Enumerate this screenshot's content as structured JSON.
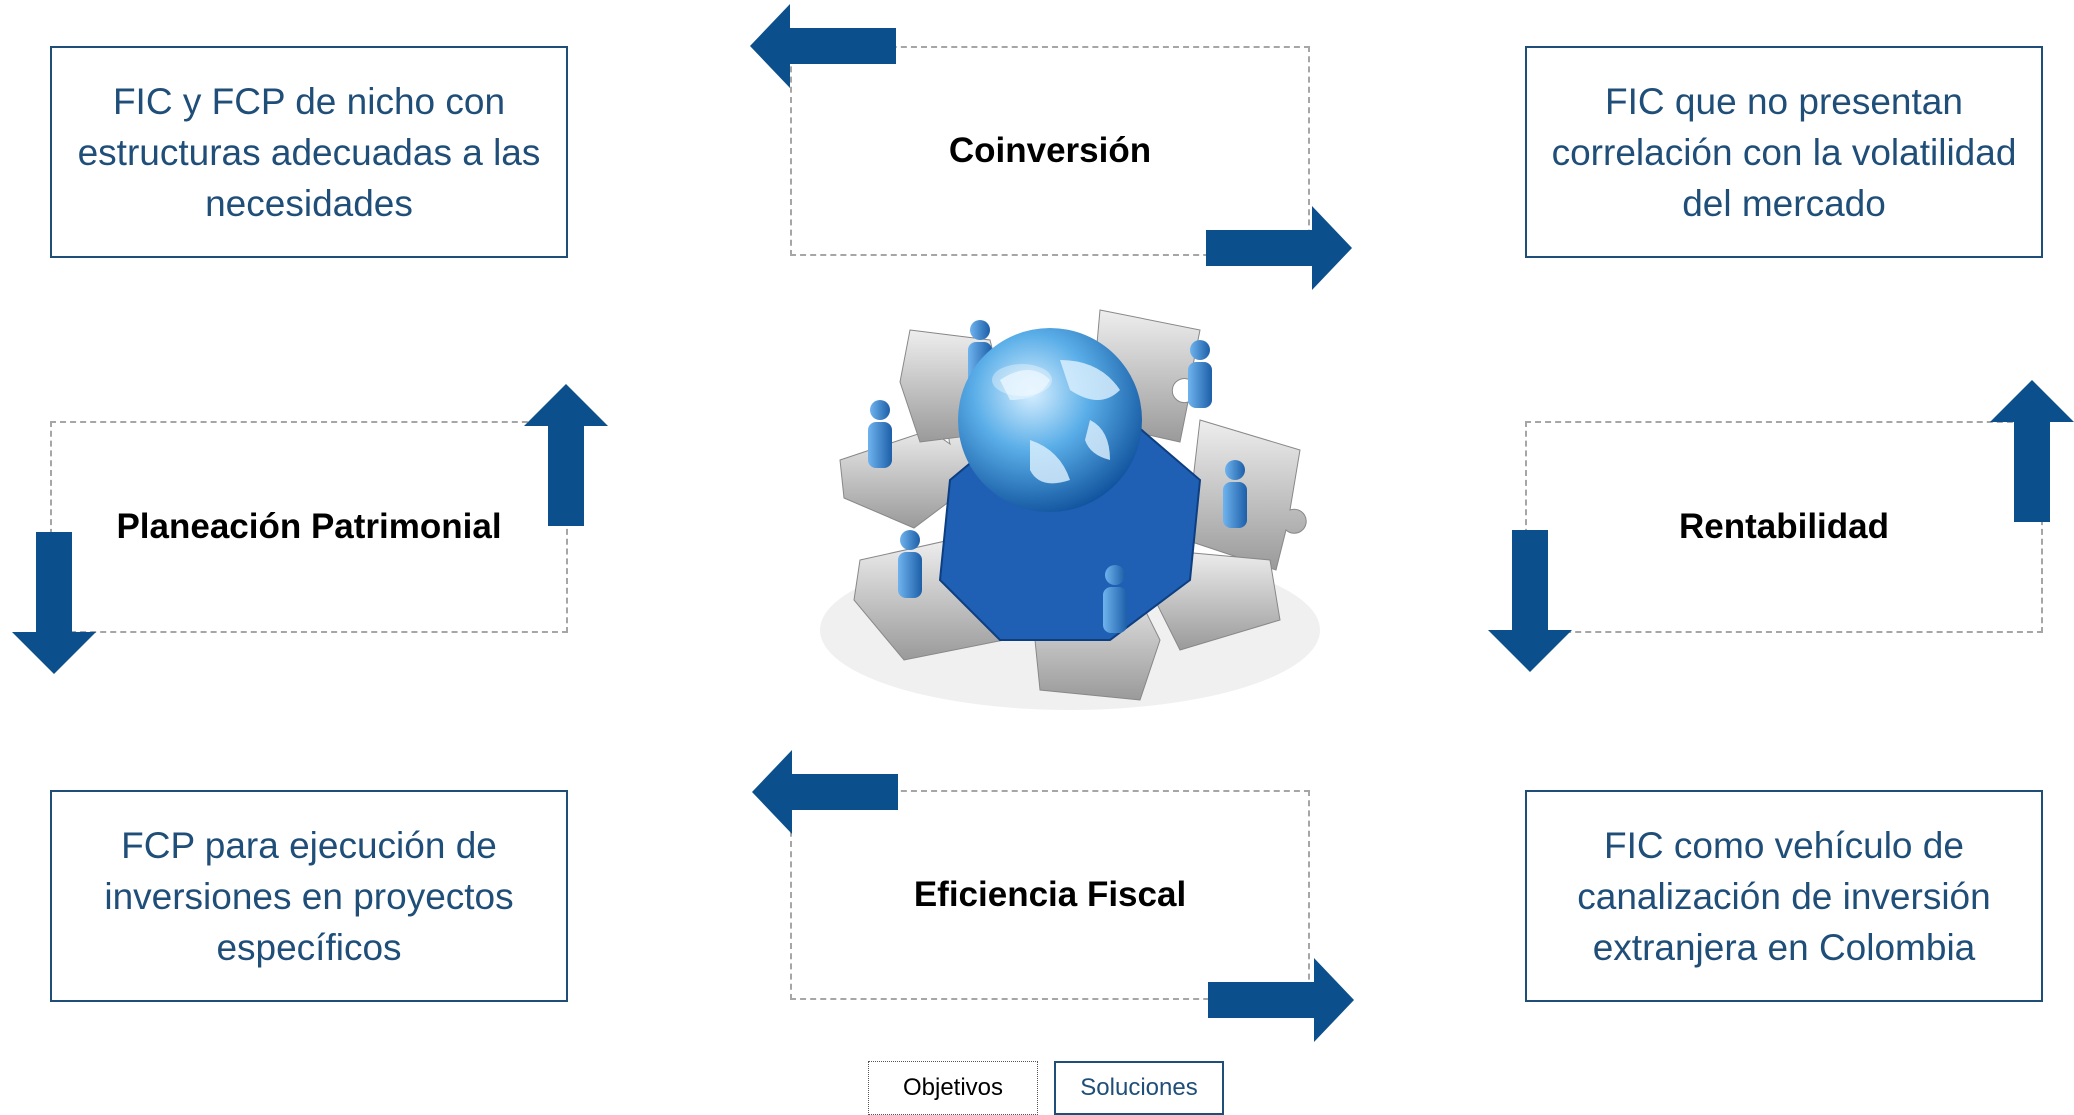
{
  "objectives": {
    "coinversion": "Coinversión",
    "planeacion": "Planeación Patrimonial",
    "rentabilidad": "Rentabilidad",
    "eficiencia": "Eficiencia Fiscal"
  },
  "solutions": {
    "top_left": "FIC y FCP de nicho con estructuras  adecuadas a las necesidades",
    "top_right": "FIC  que no presentan correlación con la volatilidad del mercado",
    "bottom_left": "FCP para ejecución  de inversiones en proyectos específicos",
    "bottom_right": "FIC  como vehículo de canalización de inversión extranjera en Colombia"
  },
  "tabs": {
    "objetivos": "Objetivos",
    "soluciones": "Soluciones"
  },
  "colors": {
    "accent": "#1f4e79",
    "arrow": "#0b4f8c",
    "dashed_border": "#a6a6a6"
  },
  "icons": {
    "center": "people-globe-puzzle-icon",
    "arrow": "block-arrow-icon"
  }
}
